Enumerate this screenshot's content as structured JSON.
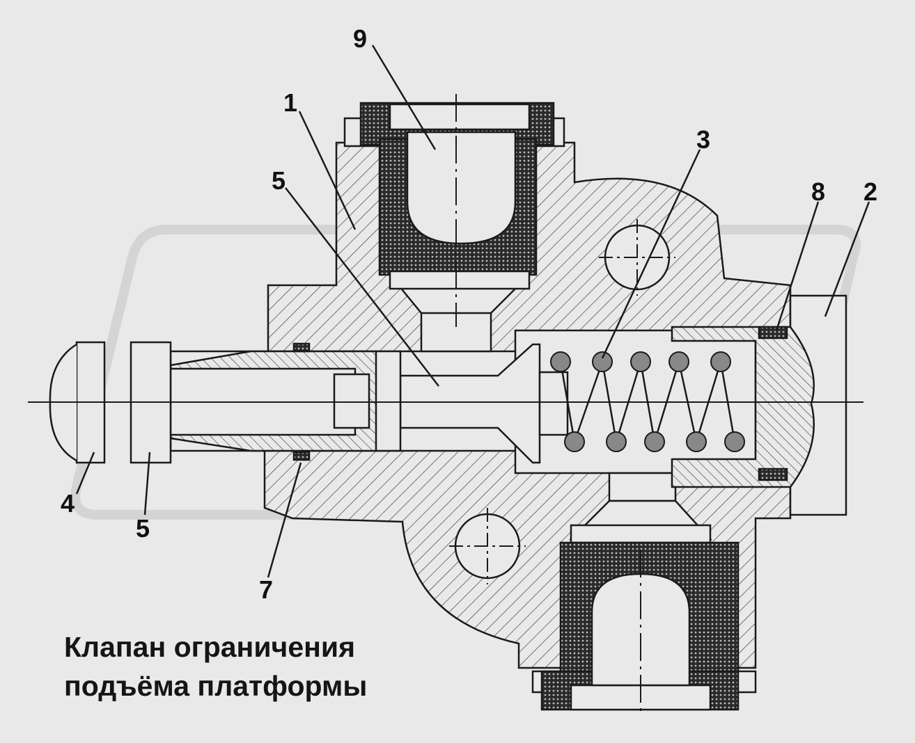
{
  "title": {
    "line1": "Клапан ограничения",
    "line2": "подъёма платформы"
  },
  "callouts": {
    "c1": "1",
    "c2": "2",
    "c3": "3",
    "c4": "4",
    "c5a": "5",
    "c5b": "5",
    "c7": "7",
    "c8": "8",
    "c9": "9"
  },
  "colors": {
    "background": "#e9e9e9",
    "line": "#1a1a1a",
    "watermark": "#d6d6d6"
  }
}
